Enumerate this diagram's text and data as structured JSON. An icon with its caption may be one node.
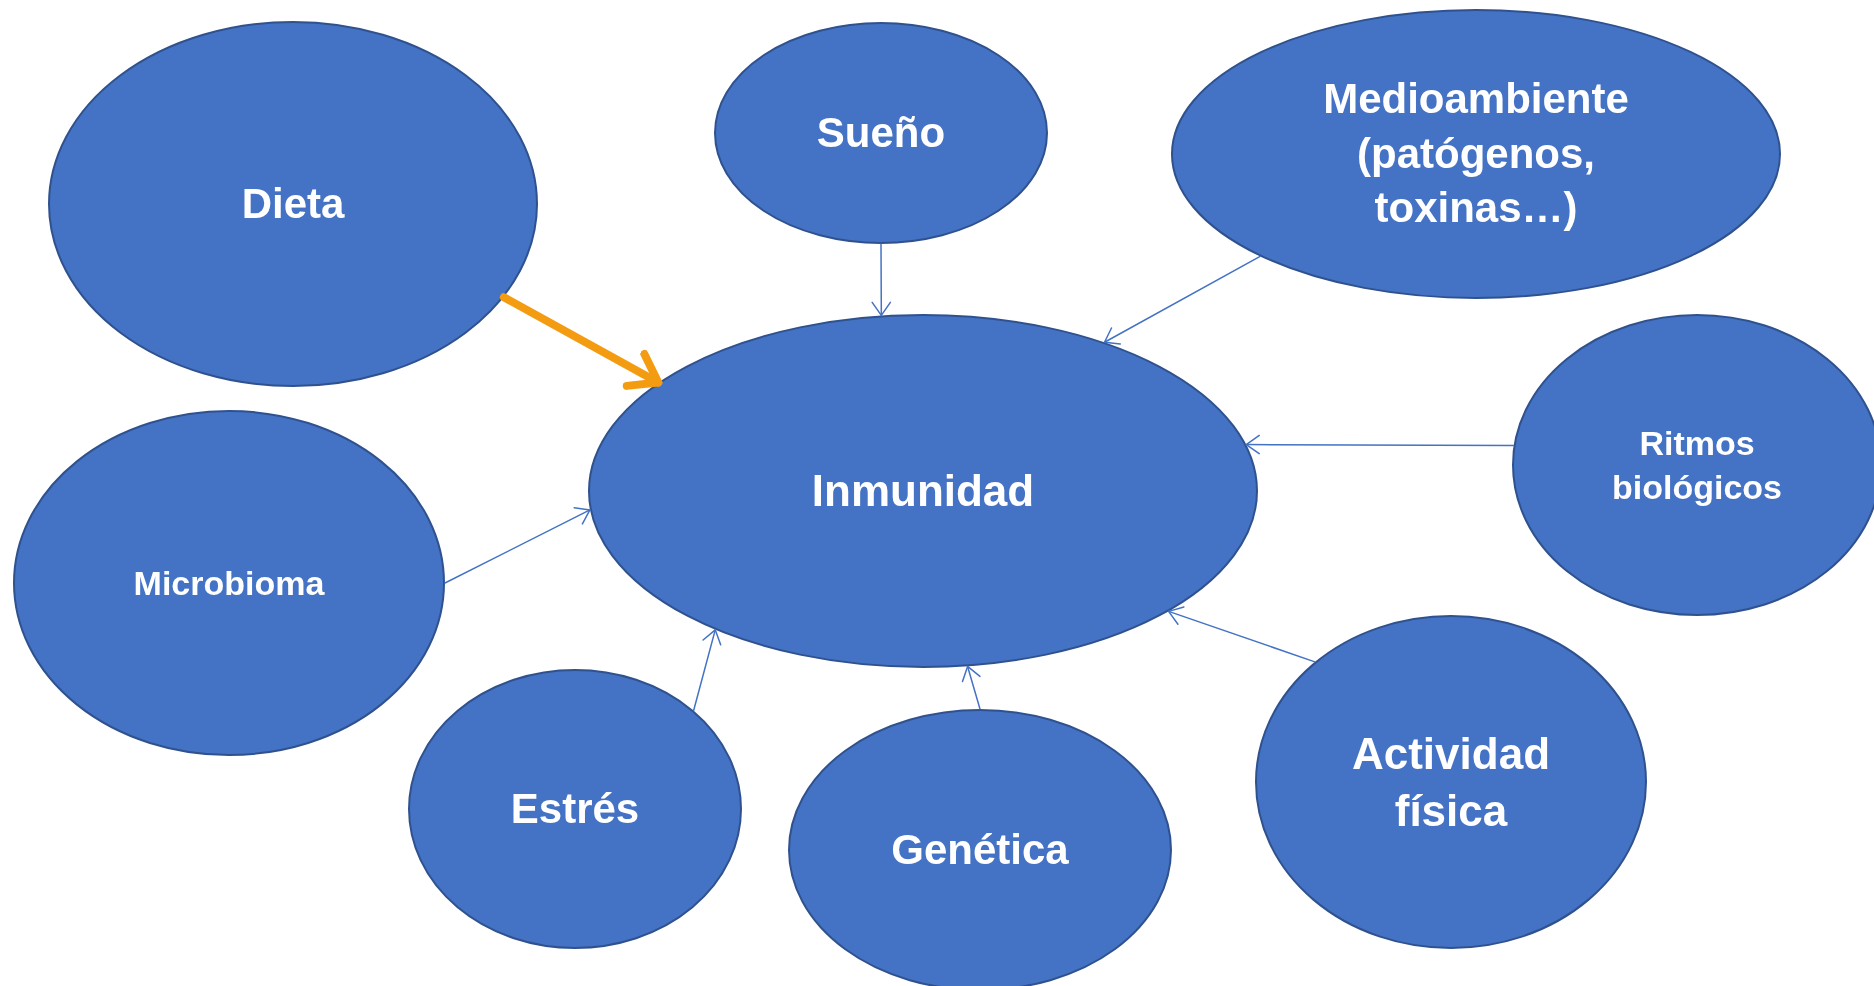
{
  "diagram": {
    "nodes": [
      {
        "text": [
          "Dieta"
        ]
      },
      {
        "text": [
          "Sueño"
        ]
      },
      {
        "text": [
          "Medioambiente (patógenos, toxinas…)"
        ]
      },
      {
        "text": [
          "Inmunidad"
        ]
      },
      {
        "text": [
          "Ritmos biológicos"
        ]
      },
      {
        "text": [
          "Microbioma"
        ]
      },
      {
        "text": [
          "Estrés"
        ]
      },
      {
        "text": [
          "Genética"
        ]
      },
      {
        "text": [
          "Actividad física"
        ]
      }
    ],
    "edges": [
      {
        "from": 0,
        "to": 3,
        "arrow": "to",
        "style": "thick",
        "color": "#f39c12"
      },
      {
        "from": 1,
        "to": 3,
        "arrow": "to"
      },
      {
        "from": 2,
        "to": 3,
        "arrow": "to"
      },
      {
        "from": 4,
        "to": 3,
        "arrow": "to"
      },
      {
        "from": 5,
        "to": 3,
        "arrow": "to"
      },
      {
        "from": 6,
        "to": 3,
        "arrow": "to"
      },
      {
        "from": 7,
        "to": 3,
        "arrow": "to"
      },
      {
        "from": 8,
        "to": 3,
        "arrow": "to"
      }
    ]
  }
}
